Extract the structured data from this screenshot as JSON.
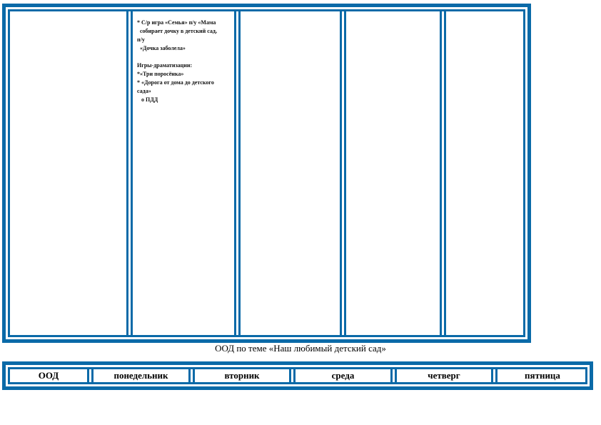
{
  "plan": {
    "column_2": {
      "lines": [
        "* С/р игра «Семья» п/у «Мама",
        "  собирает дочку в детский сад,",
        "п/у",
        "  «Дочка заболела»",
        "",
        "Игры-драматизации:",
        "*«Три поросёнка»",
        "* «Дорога от дома до детского",
        "сада»",
        "   о ПДД"
      ]
    }
  },
  "caption": "ООД по теме «Наш любимый детский сад»",
  "days": [
    "ООД",
    "понедельник",
    "вторник",
    "среда",
    "четверг",
    "пятница"
  ],
  "colors": {
    "frame_blue": "#0a6aa8",
    "background": "#ffffff"
  }
}
